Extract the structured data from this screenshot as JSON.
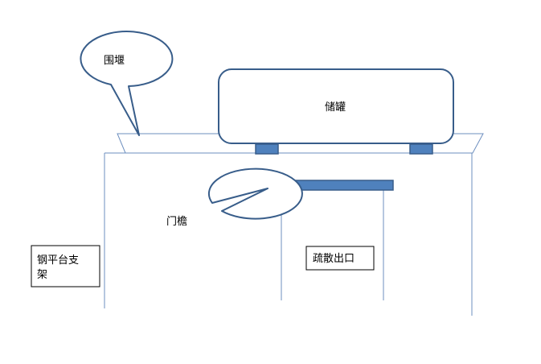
{
  "labels": {
    "weir": "围堰",
    "tank": "储罐",
    "lintel": "门檐",
    "platform_line1": "钢平台支",
    "platform_line2": "架",
    "exit": "疏散出口"
  },
  "colors": {
    "outline": "#385d8a",
    "structure_line": "#6d8fbf",
    "fill_blue": "#4f81bd",
    "callout_fill": "#ffffff",
    "text": "#000000"
  }
}
